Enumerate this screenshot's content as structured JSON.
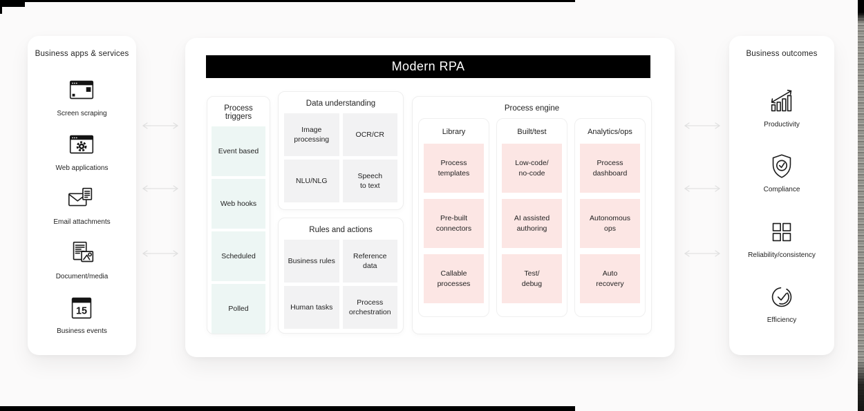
{
  "colors": {
    "stage-bg": "#fbfafa",
    "card-bg": "#ffffff",
    "header-bg": "#000000",
    "header-text": "#ffffff",
    "mint": "#edf6f4",
    "tile-gray": "#f2f2f3",
    "pink": "#fce6e4",
    "arrow": "#e2e2e2",
    "ink": "#1f1f1f"
  },
  "left_panel": {
    "title": "Business apps & services",
    "items": [
      {
        "label": "Screen scraping",
        "icon": "screen-scraping-icon"
      },
      {
        "label": "Web applications",
        "icon": "web-applications-icon"
      },
      {
        "label": "Email attachments",
        "icon": "email-attachments-icon"
      },
      {
        "label": "Document/media",
        "icon": "document-media-icon"
      },
      {
        "label": "Business events",
        "icon": "business-events-icon",
        "icon_text": "15"
      }
    ]
  },
  "center": {
    "header": "Modern RPA",
    "process_triggers": {
      "title": "Process triggers",
      "items": [
        "Event based",
        "Web hooks",
        "Scheduled",
        "Polled"
      ]
    },
    "data_understanding": {
      "title": "Data understanding",
      "items": [
        "Image\nprocessing",
        "OCR/CR",
        "NLU/NLG",
        "Speech\nto text"
      ]
    },
    "rules_and_actions": {
      "title": "Rules and actions",
      "items": [
        "Business rules",
        "Reference\ndata",
        "Human tasks",
        "Process\norchestration"
      ]
    },
    "process_engine": {
      "title": "Process engine",
      "columns": [
        {
          "title": "Library",
          "items": [
            "Process\ntemplates",
            "Pre-built\nconnectors",
            "Callable\nprocesses"
          ]
        },
        {
          "title": "Built/test",
          "items": [
            "Low-code/\nno-code",
            "AI assisted\nauthoring",
            "Test/\ndebug"
          ]
        },
        {
          "title": "Analytics/ops",
          "items": [
            "Process\ndashboard",
            "Autonomous\nops",
            "Auto\nrecovery"
          ]
        }
      ]
    }
  },
  "right_panel": {
    "title": "Business outcomes",
    "items": [
      {
        "label": "Productivity",
        "icon": "productivity-icon"
      },
      {
        "label": "Compliance",
        "icon": "compliance-icon"
      },
      {
        "label": "Reliability/consistency",
        "icon": "reliability-consistency-icon"
      },
      {
        "label": "Efficiency",
        "icon": "efficiency-icon"
      }
    ]
  }
}
